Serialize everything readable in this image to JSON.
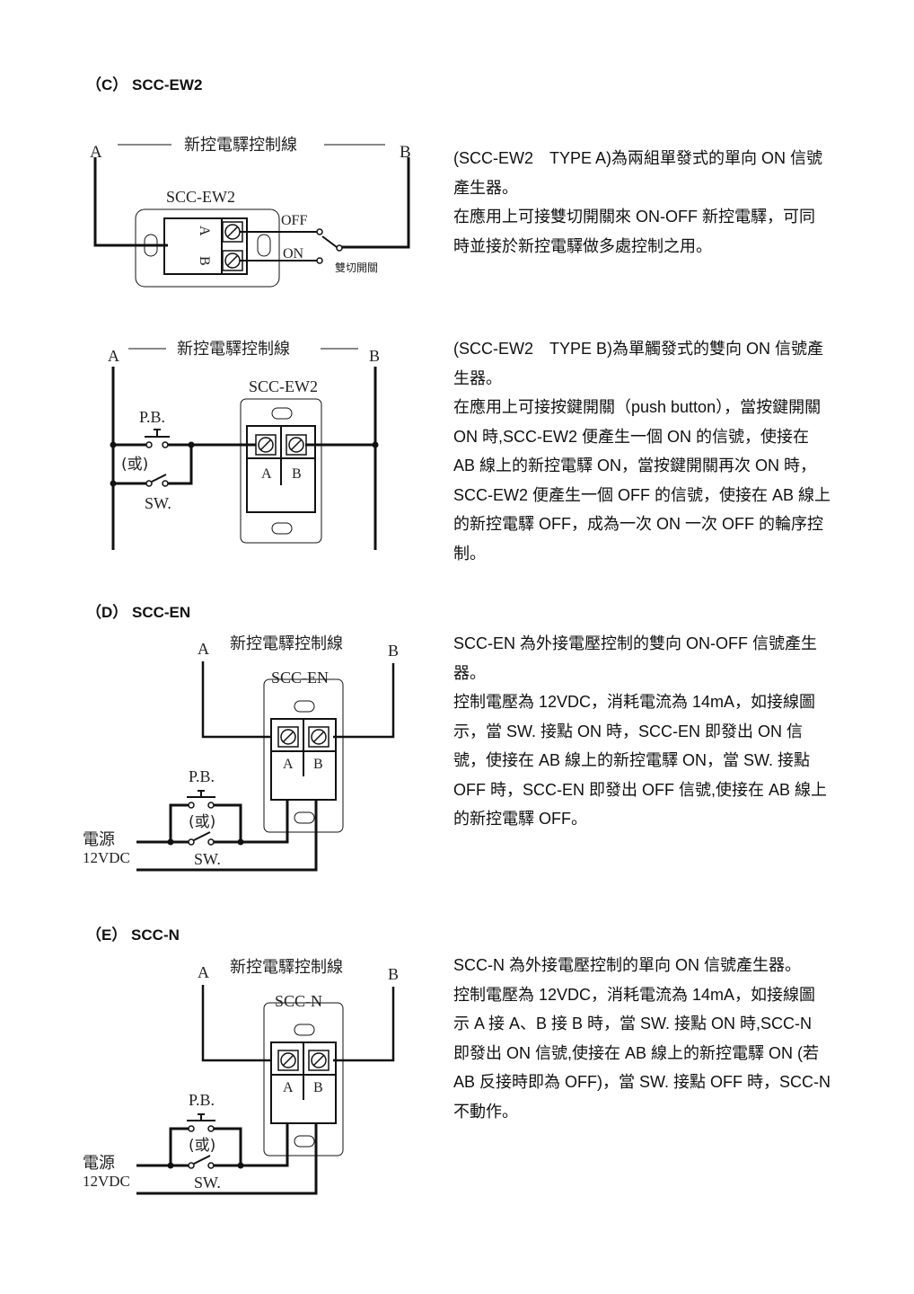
{
  "sections": {
    "c": {
      "heading": "（C） SCC-EW2",
      "diagram_a": {
        "label_a": "A",
        "label_b": "B",
        "line_title": "新控電驛控制線",
        "device_name": "SCC-EW2",
        "terminal_a": "A",
        "terminal_b": "B",
        "off_label": "OFF",
        "on_label": "ON",
        "switch_label": "雙切開關"
      },
      "text_a": [
        "(SCC-EW2　TYPE A)為兩組單發式的單向 ON 信號產生器。",
        "在應用上可接雙切開關來 ON-OFF 新控電驛，可同時並接於新控電驛做多處控制之用。"
      ],
      "diagram_b": {
        "label_a": "A",
        "label_b": "B",
        "line_title": "新控電驛控制線",
        "device_name": "SCC-EW2",
        "terminal_a": "A",
        "terminal_b": "B",
        "pb_label": "P.B.",
        "or_label": "(或)",
        "sw_label": "SW."
      },
      "text_b": [
        "(SCC-EW2　TYPE B)為單觸發式的雙向 ON 信號產生器。",
        "在應用上可接按鍵開關（push button），當按鍵開關 ON 時,SCC-EW2 便產生一個 ON 的信號，使接在 AB 線上的新控電驛 ON，當按鍵開關再次 ON 時， SCC-EW2 便產生一個 OFF 的信號，使接在 AB 線上的新控電驛 OFF，成為一次 ON 一次 OFF 的輪序控制。"
      ]
    },
    "d": {
      "heading": "（D） SCC-EN",
      "diagram": {
        "label_a": "A",
        "label_b": "B",
        "line_title": "新控電驛控制線",
        "device_name": "SCC-EN",
        "terminal_a": "A",
        "terminal_b": "B",
        "pb_label": "P.B.",
        "or_label": "(或)",
        "sw_label": "SW.",
        "power_label": "電源",
        "voltage_label": "12VDC"
      },
      "text": [
        "SCC-EN 為外接電壓控制的雙向 ON-OFF 信號產生器。",
        "控制電壓為 12VDC，消耗電流為 14mA，如接線圖示，當 SW. 接點 ON 時，SCC-EN 即發出 ON 信號，使接在 AB 線上的新控電驛 ON，當 SW. 接點 OFF 時，SCC-EN 即發出 OFF 信號,使接在 AB 線上的新控電驛 OFF。"
      ]
    },
    "e": {
      "heading": "（E） SCC-N",
      "diagram": {
        "label_a": "A",
        "label_b": "B",
        "line_title": "新控電驛控制線",
        "device_name": "SCC-N",
        "terminal_a": "A",
        "terminal_b": "B",
        "pb_label": "P.B.",
        "or_label": "(或)",
        "sw_label": "SW.",
        "power_label": "電源",
        "voltage_label": "12VDC"
      },
      "text": [
        "SCC-N 為外接電壓控制的單向 ON 信號產生器。",
        "控制電壓為 12VDC，消耗電流為 14mA，如接線圖示 A 接 A、B 接 B 時，當 SW. 接點 ON 時,SCC-N 即發出 ON 信號,使接在 AB 線上的新控電驛 ON (若 AB 反接時即為 OFF)，當 SW. 接點 OFF 時，SCC-N 不動作。"
      ]
    }
  }
}
